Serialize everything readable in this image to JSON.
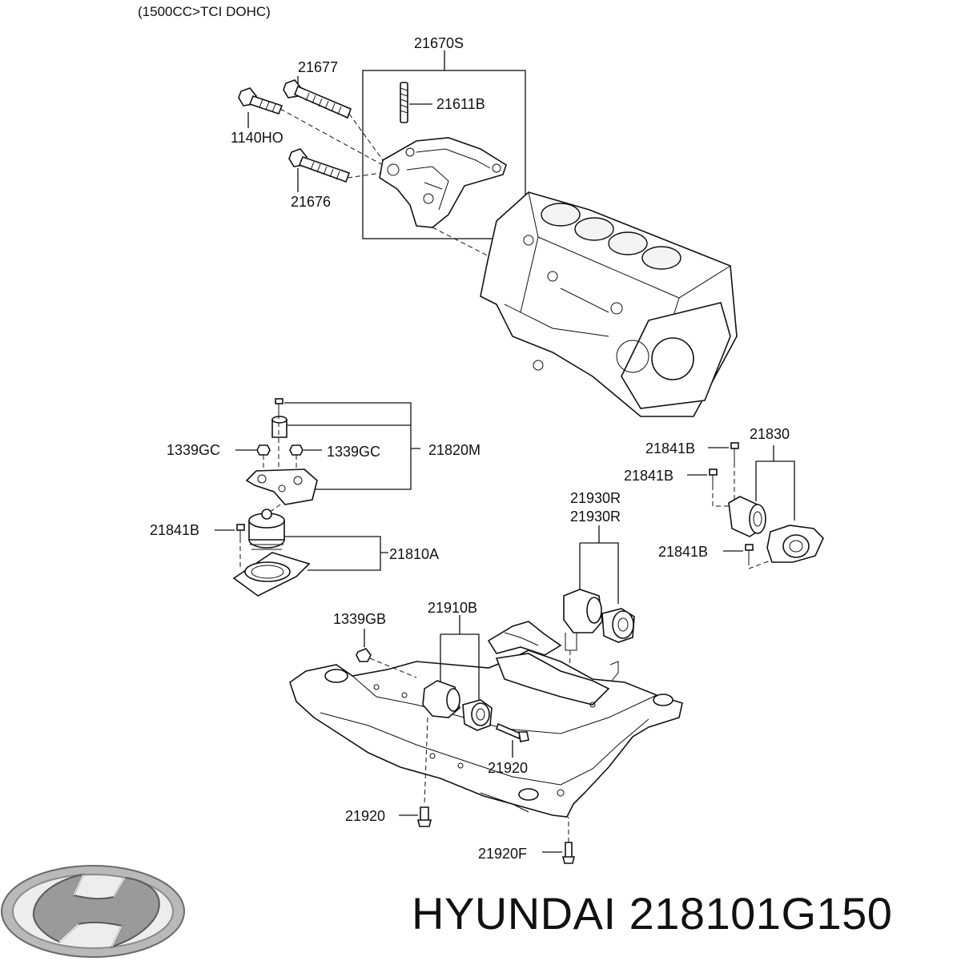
{
  "header": {
    "engine_note": "(1500CC>TCI DOHC)"
  },
  "labels": {
    "p21670S": "21670S",
    "p21677": "21677",
    "p21611B": "21611B",
    "p1140HO": "1140HO",
    "p21676": "21676",
    "p1339GC_left": "1339GC",
    "p1339GC_right": "1339GC",
    "p21820M": "21820M",
    "p21841B_mid": "21841B",
    "p21810A": "21810A",
    "p21841B_r1": "21841B",
    "p21830": "21830",
    "p21841B_r2": "21841B",
    "p21841B_r3": "21841B",
    "p21930R_a": "21930R",
    "p21930R_b": "21930R",
    "p1339GB": "1339GB",
    "p21910B": "21910B",
    "p21920_mid": "21920",
    "p21920_left": "21920",
    "p21920F": "21920F"
  },
  "brand": {
    "name": "HYUNDAI",
    "part_number": "218101G150",
    "caption": "HYUNDAI 218101G150",
    "logo_icon": "hyundai-logo-icon"
  }
}
